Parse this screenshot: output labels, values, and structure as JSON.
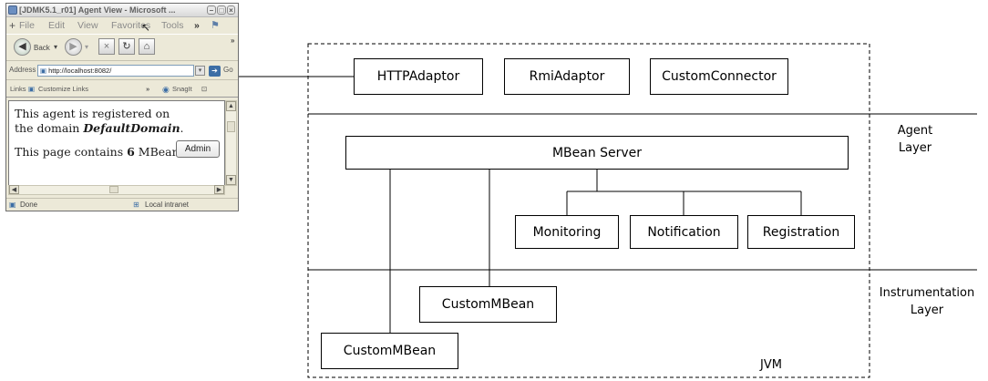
{
  "browser": {
    "title": "[JDMK5.1_r01] Agent View - Microsoft ...",
    "menu": [
      "File",
      "Edit",
      "View",
      "Favorites",
      "Tools"
    ],
    "toolbar": {
      "back_label": "Back"
    },
    "address": {
      "label": "Address",
      "value": "http://localhost:8082/",
      "go_label": "Go"
    },
    "links": {
      "label": "Links",
      "customize": "Customize Links",
      "snagit": "SnagIt"
    },
    "page": {
      "line1": "This agent is registered on",
      "line2_prefix": "the domain ",
      "domain": "DefaultDomain",
      "line2_suffix": ".",
      "admin_button": "Admin",
      "line3_prefix": "This page contains ",
      "mbean_count": "6",
      "line3_suffix": " MBean"
    },
    "status": {
      "left": "Done",
      "zone": "Local intranet"
    }
  },
  "diagram": {
    "connectors": [
      "HTTPAdaptor",
      "RmiAdaptor",
      "CustomConnector"
    ],
    "mbean_server": "MBean Server",
    "services": [
      "Monitoring",
      "Notification",
      "Registration"
    ],
    "custom_mbeans": [
      "CustomMBean",
      "CustomMBean"
    ],
    "layers": {
      "agent": "Agent Layer",
      "instrumentation": "Instrumentation\nLayer"
    },
    "jvm": "JVM"
  }
}
